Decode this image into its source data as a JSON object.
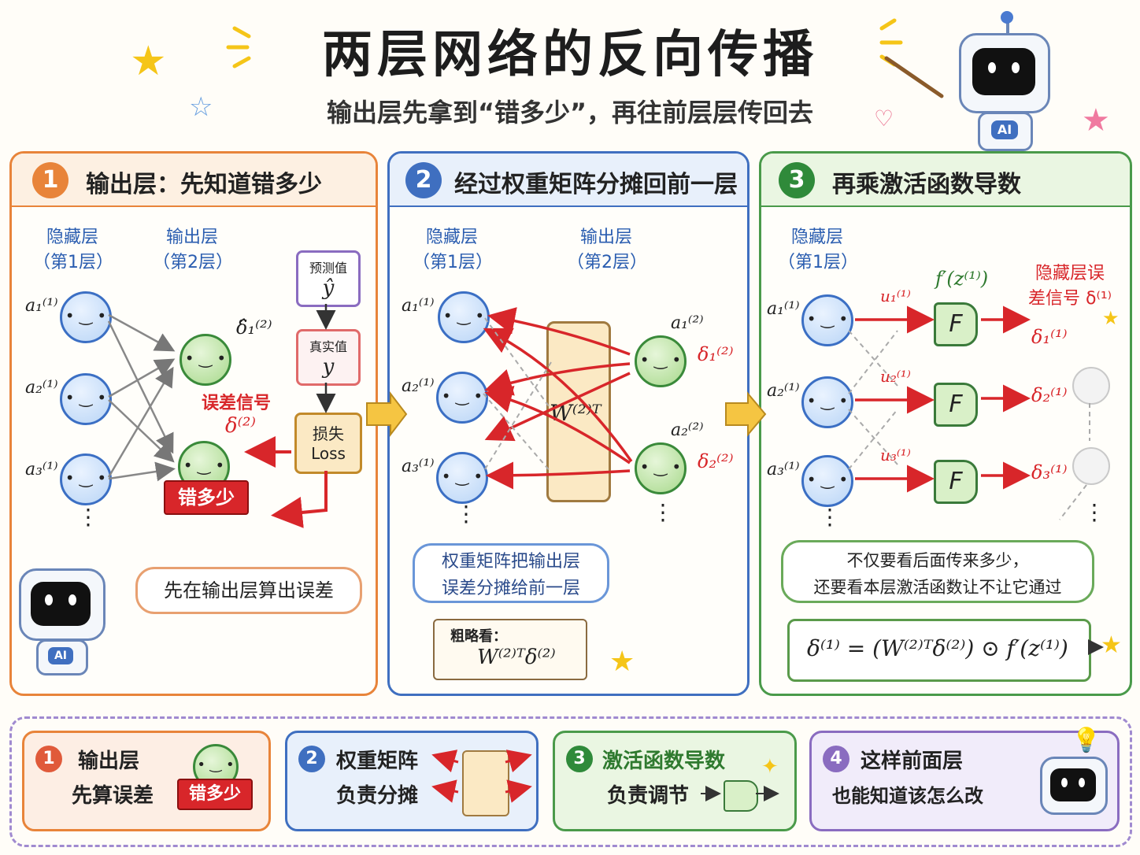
{
  "header": {
    "title": "两层网络的反向传播",
    "subtitle": "输出层先拿到“错多少”，再往前层层传回去"
  },
  "panel1": {
    "num": "1",
    "title": "输出层：先知道错多少",
    "hidden_label": "隐藏层",
    "hidden_sub": "（第1层）",
    "output_label": "输出层",
    "output_sub": "（第2层）",
    "a1": "a₁⁽¹⁾",
    "a2": "a₂⁽¹⁾",
    "a3": "a₃⁽¹⁾",
    "delta_hat": "δ̂₁⁽²⁾",
    "pred_label": "预测值",
    "pred_sym": "ŷ",
    "true_label": "真实值",
    "true_sym": "y",
    "loss_label": "损失",
    "loss_en": "Loss",
    "err_label": "误差信号",
    "err_sym": "δ⁽²⁾",
    "banner": "错多少",
    "bubble": "先在输出层算出误差",
    "dots": "⋮"
  },
  "panel2": {
    "num": "2",
    "title": "经过权重矩阵分摊回前一层",
    "hidden_label": "隐藏层",
    "hidden_sub": "（第1层）",
    "output_label": "输出层",
    "output_sub": "（第2层）",
    "a1": "a₁⁽¹⁾",
    "a2": "a₂⁽¹⁾",
    "a3": "a₃⁽¹⁾",
    "o1": "a₁⁽²⁾",
    "o2": "a₂⁽²⁾",
    "d1": "δ₁⁽²⁾",
    "d2": "δ₂⁽²⁾",
    "matrix": "W⁽²⁾ᵀ",
    "bubble_l1": "权重矩阵把输出层",
    "bubble_l2": "误差分摊给前一层",
    "note_label": "粗略看：",
    "note_formula": "W⁽²⁾ᵀδ⁽²⁾",
    "dots": "⋮"
  },
  "panel3": {
    "num": "3",
    "title": "再乘激活函数导数",
    "hidden_label": "隐藏层",
    "hidden_sub": "（第1层）",
    "a1": "a₁⁽¹⁾",
    "a2": "a₂⁽¹⁾",
    "a3": "a₃⁽¹⁾",
    "u1": "u₁⁽¹⁾",
    "u2": "u₂⁽¹⁾",
    "u3": "u₃⁽¹⁾",
    "fprime": "f′(z⁽¹⁾)",
    "gate": "F",
    "err_l1": "隐藏层误",
    "err_l2": "差信号 δ⁽¹⁾",
    "d1": "δ₁⁽¹⁾",
    "d2": "δ₂⁽¹⁾",
    "d3": "δ₃⁽¹⁾",
    "bubble_l1": "不仅要看后面传来多少，",
    "bubble_l2": "还要看本层激活函数让不让它通过",
    "formula": "δ⁽¹⁾ = (W⁽²⁾ᵀδ⁽²⁾) ⊙ f′(z⁽¹⁾)",
    "dots": "⋮"
  },
  "summary": [
    {
      "num": "1",
      "l1": "输出层",
      "l2": "先算误差",
      "extra": "错多少"
    },
    {
      "num": "2",
      "l1": "权重矩阵",
      "l2": "负责分摊"
    },
    {
      "num": "3",
      "l1": "激活函数导数",
      "l2": "负责调节"
    },
    {
      "num": "4",
      "l1": "这样前面层",
      "l2": "也能知道该怎么改"
    }
  ],
  "robot_badge": "AI",
  "colors": {
    "orange": "#e8843a",
    "blue": "#3f6fc0",
    "green": "#4a9a4a",
    "purple": "#8a6cc0",
    "red": "#d8262a"
  }
}
